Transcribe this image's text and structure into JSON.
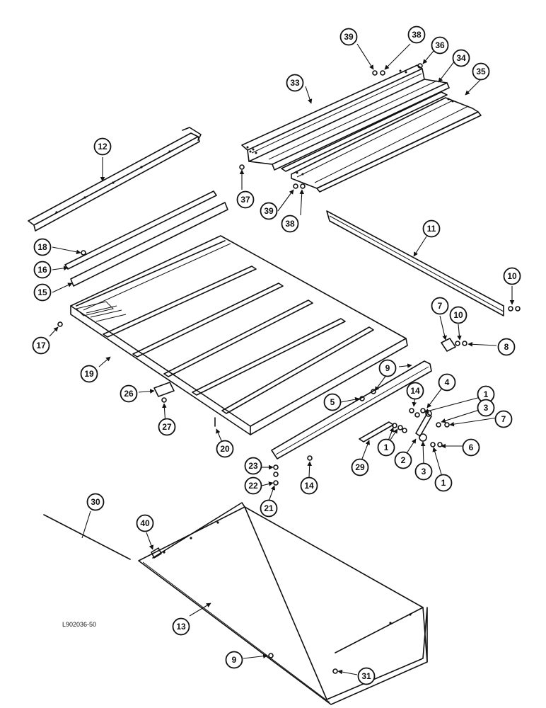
{
  "drawing": {
    "reference_code": "L902036-50"
  },
  "callouts": [
    "39",
    "38",
    "36",
    "33",
    "34",
    "35",
    "12",
    "37",
    "39",
    "38",
    "11",
    "18",
    "16",
    "15",
    "10",
    "7",
    "10",
    "8",
    "17",
    "19",
    "9",
    "26",
    "14",
    "4",
    "1",
    "3",
    "7",
    "5",
    "27",
    "20",
    "29",
    "1",
    "2",
    "6",
    "3",
    "1",
    "23",
    "22",
    "21",
    "14",
    "30",
    "40",
    "13",
    "9",
    "31"
  ]
}
